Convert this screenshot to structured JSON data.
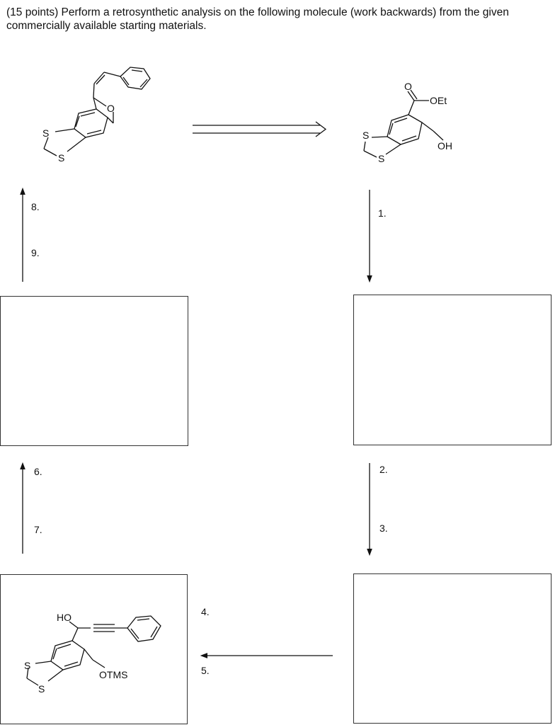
{
  "question": {
    "text": "(15 points) Perform a retrosynthetic analysis on the following molecule (work backwards) from the given commercially available starting materials."
  },
  "steps": {
    "s1": "1.",
    "s2": "2.",
    "s3": "3.",
    "s4": "4.",
    "s5": "5.",
    "s6": "6.",
    "s7": "7.",
    "s8": "8.",
    "s9": "9."
  },
  "molecules": {
    "target": {
      "o": "O",
      "s1": "S",
      "s2": "S"
    },
    "start": {
      "o_carbonyl": "O",
      "oet": "OEt",
      "oh": "OH",
      "s1": "S",
      "s2": "S"
    },
    "intermediate": {
      "ho": "HO",
      "otms": "OTMS",
      "s1": "S",
      "s2": "S"
    }
  },
  "boxes": {
    "box_left_mid": "",
    "box_right_mid": "",
    "box_right_bottom": ""
  }
}
